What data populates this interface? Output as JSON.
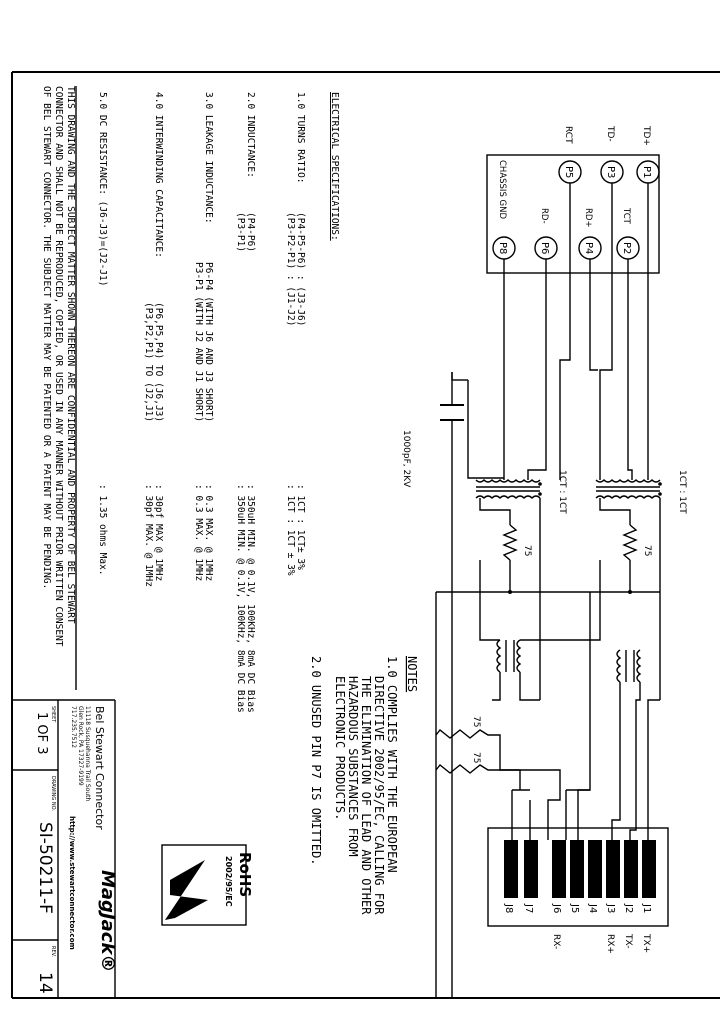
{
  "left_text": {
    "specs_title": "ELECTRICAL SPECIFICATIONS:",
    "specs": [
      {
        "label": "1.0 TURNS RATIO:",
        "l1": "(P4-P5-P6) : (J3-J6)",
        "l2": "(P3-P2-P1) : (J1-J2)",
        "v1": ": 1CT : 1CT± 3%",
        "v2": ": 1CT : 1CT ± 3%"
      },
      {
        "label": "2.0 INDUCTANCE:",
        "l1": "(P4-P6)",
        "l2": "(P3-P1)",
        "v1": ": 350uH MIN. @ 0.1V, 100KHz, 8mA DC Bias",
        "v2": ": 350uH MIN. @ 0.1V, 100KHz, 8mA DC Bias"
      },
      {
        "label": "3.0 LEAKAGE INDUCTANCE:",
        "l1": "P6-P4 (WITH J6 AND J3 SHORT)",
        "l2": "P3-P1 (WITH J2 AND J1 SHORT)",
        "v1": ": 0.3 MAX. @ 1MHz",
        "v2": ": 0.3 MAX. @ 1MHz"
      },
      {
        "label": "4.0 INTERWINDING CAPACITANCE:",
        "l1": "(P6,P5,P4) TO (J6,J3)",
        "l2": "(P3,P2,P1) TO (J2,J1)",
        "v1": ": 30pf MAX @ 1MHz",
        "v2": ": 30pf MAX. @ 1MHz"
      },
      {
        "label": "5.0 DC RESISTANCE: (J6-J3)=(J2-J1)",
        "l1": "",
        "l2": "",
        "v1": ": 1.35 ohms Max.",
        "v2": ""
      }
    ],
    "confidential": [
      "THIS DRAWING AND THE SUBJECT MATTER SHOWN THEREON ARE CONFIDENTIAL AND PROPERTY OF BEL STEWART",
      "CONNECTOR AND SHALL NOT BE REPRODUCED, COPIED, OR USED IN ANY MANNER WITHOUT PRIOR WRITTEN CONSENT",
      "OF BEL STEWART CONNECTOR. THE SUBJECT MATTER MAY BE PATENTED OR A PATENT MAY BE PENDING."
    ]
  },
  "notes": {
    "title": "NOTES",
    "items": [
      "1.0 COMPLIES WITH THE EUROPEAN",
      "DIRECTIVE 2002/95/EC, CALLING FOR",
      "THE ELIMINATION OF LEAD AND OTHER",
      "HAZARDOUS SUBSTANCES FROM",
      "ELECTRONIC PRODUCTS.",
      "2.0 UNUSED PIN P7 IS OMITTED."
    ]
  },
  "schematic": {
    "left_labels": [
      "TD+",
      "TD-",
      "RCT"
    ],
    "pins_left": [
      "P1",
      "P3",
      "P5"
    ],
    "pins_right": [
      "P2",
      "P4",
      "P6",
      "P8"
    ],
    "pin_text": [
      "TCT",
      "RD+",
      "RD-",
      "CHASSIS GND"
    ],
    "cap_label": "1000pF, 2KV",
    "ratio_top": "1CT : 1CT",
    "ratio_bottom": "1CT : 1CT",
    "resistor": "75",
    "jacks": [
      "J1",
      "J2",
      "J3",
      "J4",
      "J5",
      "J6",
      "J7",
      "J8"
    ],
    "jack_signals": [
      "TX+",
      "TX-",
      "RX+",
      "",
      "",
      "RX-",
      "",
      ""
    ]
  },
  "title_block": {
    "company": "Bel Stewart Connector",
    "address": [
      "11118 Susquehanna Trail South",
      "Glen Rock, PA 17327-9199",
      "717.235.7512"
    ],
    "url": "http://www.stewartconnector.com",
    "sheet_label": "SHEET",
    "sheet_value": "1 OF 3",
    "drawing_label": "DRAWING NO.",
    "drawing_no": "SI-50211-F",
    "rev_label": "REV.",
    "rev": "14",
    "brand": "MagJack®",
    "rohs": "RoHS",
    "rohs_sub": "2002/95/EC"
  }
}
